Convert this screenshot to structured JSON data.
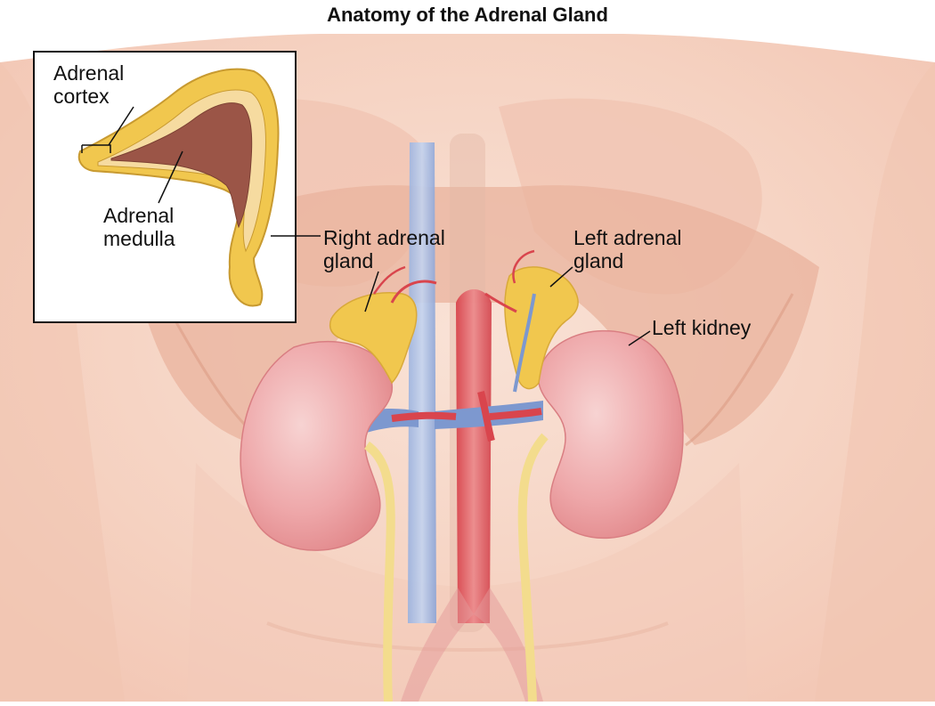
{
  "title": "Anatomy of the Adrenal Gland",
  "inset": {
    "cortex_label": [
      "Adrenal",
      "cortex"
    ],
    "medulla_label": [
      "Adrenal",
      "medulla"
    ]
  },
  "labels": {
    "right_adrenal": [
      "Right adrenal",
      "gland"
    ],
    "left_adrenal": [
      "Left adrenal",
      "gland"
    ],
    "left_kidney": "Left kidney"
  },
  "colors": {
    "skin": "#f7d6c6",
    "muscle": "#eab39e",
    "vein": "#7d98cf",
    "artery": "#d9454d",
    "adrenal": "#f1c74e",
    "kidney": "#eea6a8",
    "ureter": "#f3dc8d",
    "medulla": "#9b5547"
  }
}
